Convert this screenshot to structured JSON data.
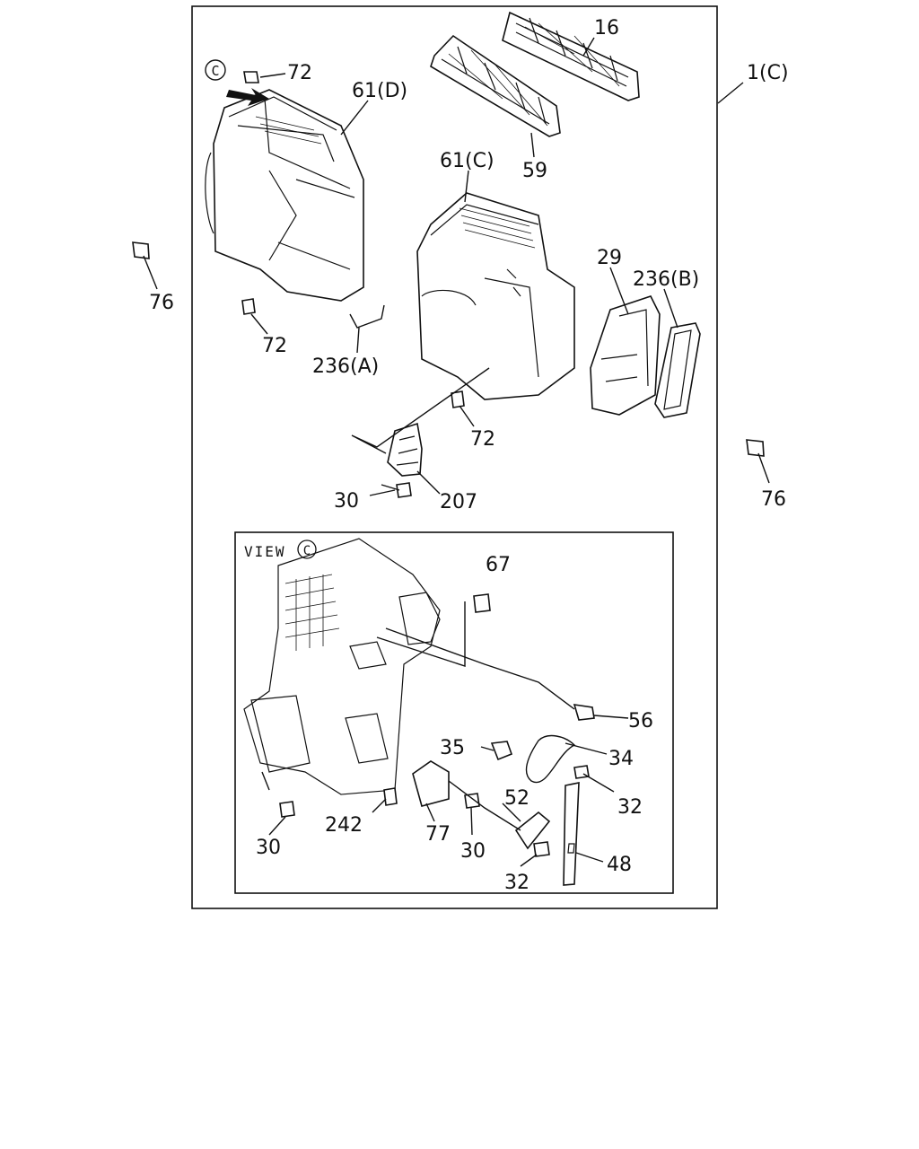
{
  "diagram": {
    "assembly_label": "1(C)",
    "view_circle_letter": "C",
    "view_title": "VIEW",
    "callouts": {
      "c16": "16",
      "c72a": "72",
      "c61d": "61(D)",
      "c61c": "61(C)",
      "c59": "59",
      "c76a": "76",
      "c72b": "72",
      "c236a": "236(A)",
      "c29": "29",
      "c236b": "236(B)",
      "c72c": "72",
      "c30a": "30",
      "c207": "207",
      "c76b": "76",
      "c67": "67",
      "c56": "56",
      "c35": "35",
      "c34": "34",
      "c32a": "32",
      "c242": "242",
      "c52": "52",
      "c30b": "30",
      "c77": "77",
      "c30c": "30",
      "c48": "48",
      "c32b": "32"
    }
  }
}
